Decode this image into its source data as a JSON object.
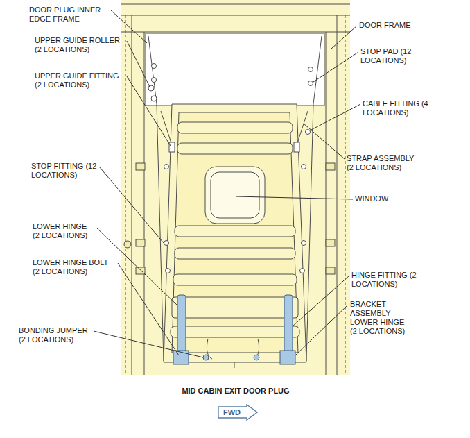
{
  "diagram": {
    "caption": "MID CABIN EXIT DOOR PLUG",
    "nodes": [
      {
        "text": [
          "FWD"
        ]
      }
    ],
    "labels": [
      "DOOR PLUG INNER EDGE FRAME",
      "DOOR FRAME",
      "UPPER GUIDE ROLLER (2 LOCATIONS)",
      "STOP PAD (12 LOCATIONS)",
      "UPPER GUIDE FITTING (2 LOCATIONS)",
      "CABLE FITTING (4 LOCATIONS)",
      "STRAP ASSEMBLY (2 LOCATIONS)",
      "STOP FITTING (12 LOCATIONS)",
      "WINDOW",
      "LOWER HINGE (2 LOCATIONS)",
      "LOWER HINGE BOLT (2 LOCATIONS)",
      "HINGE FITTING (2 LOCATIONS)",
      "BRACKET ASSEMBLY LOWER HINGE (2 LOCATIONS)",
      "BONDING JUMPER (2 LOCATIONS)"
    ]
  }
}
